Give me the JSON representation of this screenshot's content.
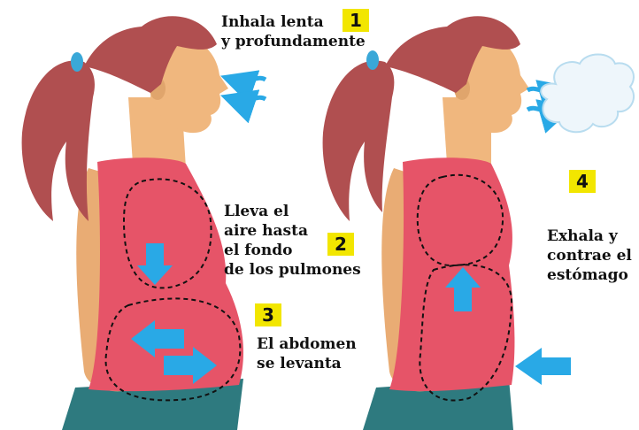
{
  "steps": [
    {
      "number": "1",
      "lines": [
        "Inhala lenta",
        "y profundamente"
      ]
    },
    {
      "number": "2",
      "lines": [
        "Lleva el",
        "aire hasta",
        "el fondo",
        "de los pulmones"
      ]
    },
    {
      "number": "3",
      "lines": [
        "El abdomen",
        "se levanta"
      ]
    },
    {
      "number": "4",
      "lines": [
        "Exhala y",
        "contrae el",
        "estómago"
      ]
    }
  ],
  "colors": {
    "skin": "#f0b77e",
    "skin_shadow": "#e0a56c",
    "hair": "#b04f50",
    "hair_tie": "#3aa8d8",
    "shirt": "#e65468",
    "pants": "#2e7a7f",
    "arrow": "#29a9e6",
    "badge": "#f2e600"
  }
}
